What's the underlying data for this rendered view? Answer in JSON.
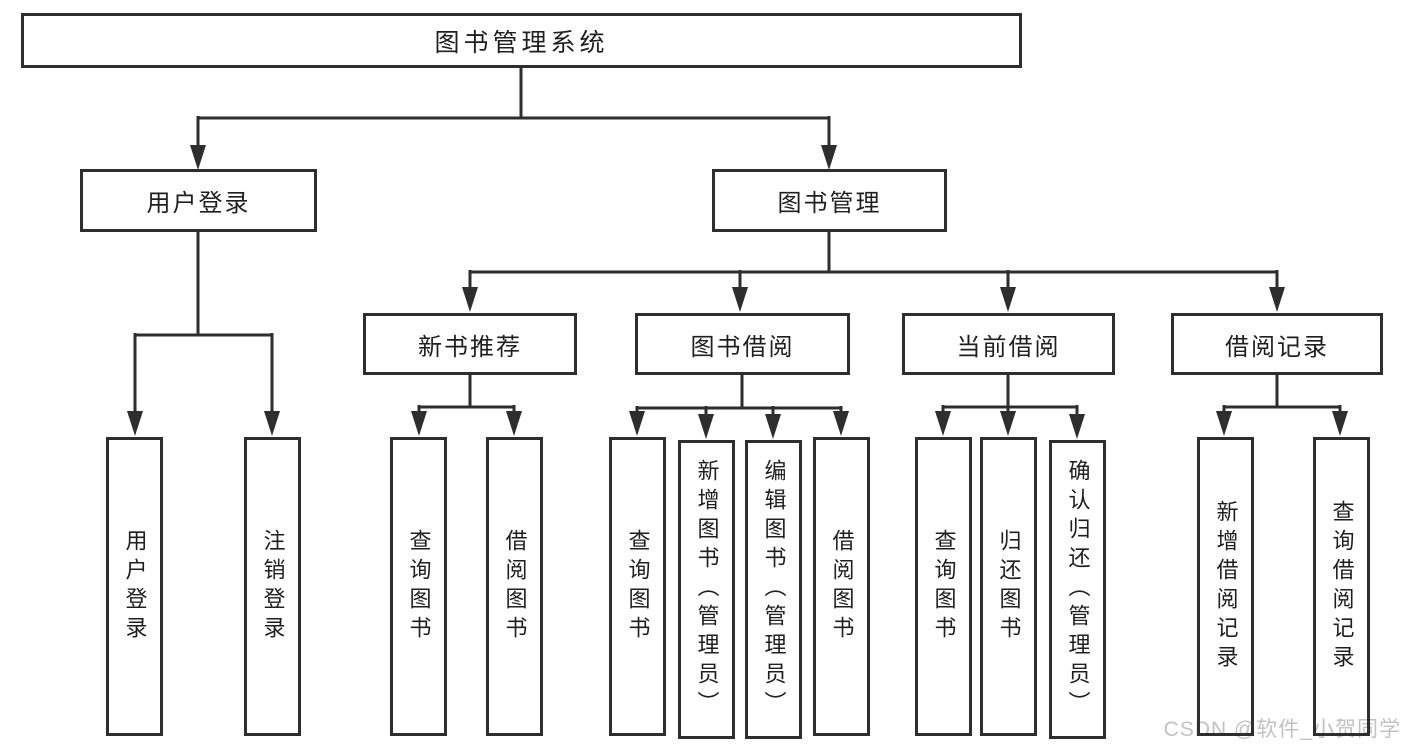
{
  "diagram": {
    "root": {
      "label": "图书管理系统",
      "children": [
        {
          "label": "用户登录",
          "children": [
            {
              "label": "用户登录"
            },
            {
              "label": "注销登录"
            }
          ]
        },
        {
          "label": "图书管理",
          "children": [
            {
              "label": "新书推荐",
              "children": [
                {
                  "label": "查询图书"
                },
                {
                  "label": "借阅图书"
                }
              ]
            },
            {
              "label": "图书借阅",
              "children": [
                {
                  "label": "查询图书"
                },
                {
                  "label": "新增图书（管理员）"
                },
                {
                  "label": "编辑图书（管理员）"
                },
                {
                  "label": "借阅图书"
                }
              ]
            },
            {
              "label": "当前借阅",
              "children": [
                {
                  "label": "查询图书"
                },
                {
                  "label": "归还图书"
                },
                {
                  "label": "确认归还（管理员）"
                }
              ]
            },
            {
              "label": "借阅记录",
              "children": [
                {
                  "label": "新增借阅记录"
                },
                {
                  "label": "查询借阅记录"
                }
              ]
            }
          ]
        }
      ]
    }
  },
  "watermark": {
    "text": "CSDN @软件_小贺同学"
  },
  "colors": {
    "line": "#2e2e2e",
    "box_border": "#2e2e2e",
    "text": "#1f1f1f",
    "watermark": "#c2c2c2",
    "background": "#ffffff"
  }
}
